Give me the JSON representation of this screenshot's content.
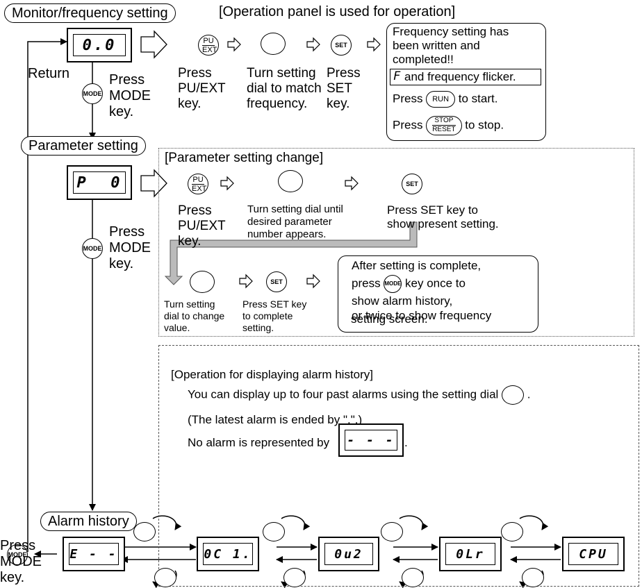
{
  "sections": {
    "monitor": "Monitor/frequency setting",
    "monitor_note": "[Operation panel is used for operation]",
    "parameter": "Parameter setting",
    "alarm": "Alarm history"
  },
  "displays": {
    "monitor": "0.0",
    "parameter": "P  0",
    "alarm_none": "- - -",
    "alarm_e": "E - -",
    "alarm_1": "0C 1.",
    "alarm_2": "0u2",
    "alarm_3": "0Lr",
    "alarm_4": "CPU"
  },
  "keys": {
    "pu_top": "PU",
    "pu_bottom": "EXT",
    "set": "SET",
    "mode": "MODE",
    "run": "RUN",
    "stop_top": "STOP",
    "stop_bottom": "RESET"
  },
  "left": {
    "return": "Return",
    "press_mode_1": "Press\nMODE\nkey.",
    "press_mode_2": "Press\nMODE\nkey.",
    "press_mode_bottom": "Press\nMODE\nkey."
  },
  "monitor_steps": {
    "s1": "Press\nPU/EXT\nkey.",
    "s2": "Turn setting\ndial to match\nfrequency.",
    "s3": "Press\nSET\nkey.",
    "result_1": "Frequency setting has\nbeen written and\ncompleted!!",
    "result_2_glyph": "F",
    "result_2": "and frequency flicker.",
    "result_3a": "Press",
    "result_3b": "to start.",
    "result_4a": "Press",
    "result_4b": "to stop."
  },
  "param_steps": {
    "title": "[Parameter setting change]",
    "s1": "Press\nPU/EXT\nkey.",
    "s2": "Turn setting dial until\ndesired parameter\nnumber appears.",
    "s3": "Press SET key to\nshow present setting.",
    "s4": "Turn setting\ndial to change\nvalue.",
    "s5": "Press SET key\nto complete\nsetting.",
    "after_1": "After setting is complete,",
    "after_2a": "press",
    "after_2b": "key once to",
    "after_3": "show alarm history,",
    "after_4": "or twice to show frequency",
    "after_5": "setting screen."
  },
  "alarm_ops": {
    "title": "[Operation for displaying alarm history]",
    "line1": "You can display up to four past alarms using the setting dial",
    "line1_end": ".",
    "line2": "(The latest alarm is ended by \".\".)",
    "line3": "No alarm is represented by",
    "line3_end": "."
  }
}
